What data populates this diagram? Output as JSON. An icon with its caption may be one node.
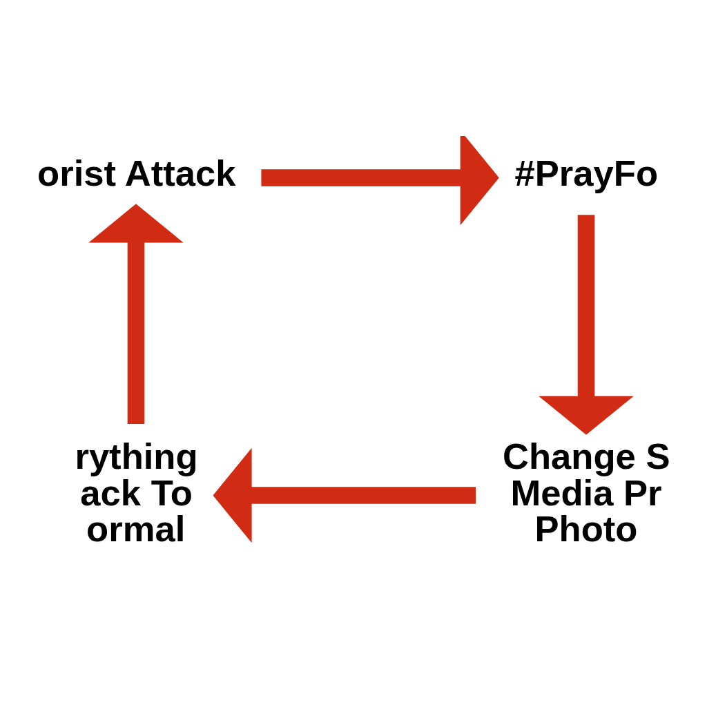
{
  "diagram": {
    "nodes": [
      {
        "text": [
          "orist Attack"
        ]
      },
      {
        "text": [
          "#PrayFo"
        ]
      },
      {
        "text": [
          "Change S Media Pr Photo"
        ]
      },
      {
        "text": [
          "rything ack To ormal"
        ]
      }
    ],
    "edges": [
      {
        "from": 0,
        "to": 1,
        "arrow": "to"
      },
      {
        "from": 1,
        "to": 2,
        "arrow": "to"
      },
      {
        "from": 2,
        "to": 3,
        "arrow": "to"
      },
      {
        "from": 3,
        "to": 0,
        "arrow": "to"
      }
    ]
  }
}
